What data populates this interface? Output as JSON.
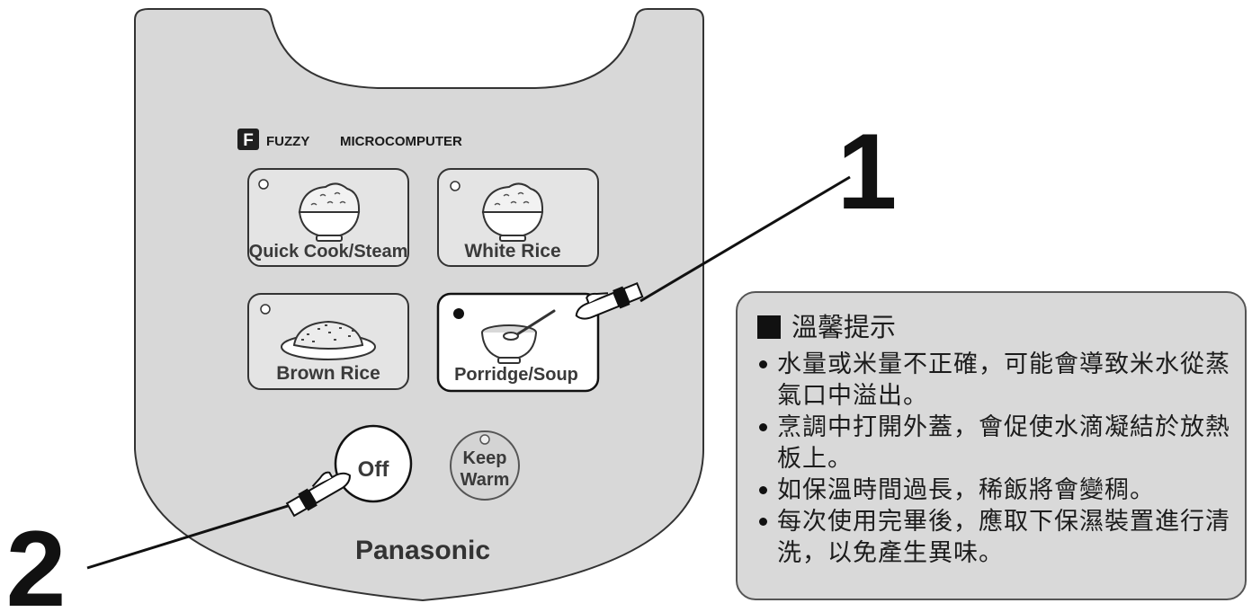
{
  "panel": {
    "header_logo_letter": "F",
    "header_fuzzy": "FUZZY",
    "header_micro": "MICROCOMPUTER",
    "brand": "Panasonic",
    "buttons": {
      "quick_cook": "Quick Cook/Steam",
      "white_rice": "White Rice",
      "brown_rice": "Brown Rice",
      "porridge": "Porridge/Soup",
      "off": "Off",
      "keep_warm_line1": "Keep",
      "keep_warm_line2": "Warm"
    }
  },
  "callouts": {
    "one": "1",
    "two": "2"
  },
  "tips": {
    "title": "溫馨提示",
    "items": [
      "水量或米量不正確，可能會導致米水從蒸氣口中溢出。",
      "烹調中打開外蓋，會促使水滴凝結於放熱板上。",
      "如保溫時間過長，稀飯將會變稠。",
      "每次使用完畢後，應取下保濕裝置進行清洗，以免產生異味。"
    ]
  },
  "colors": {
    "panel_fill": "#d8d8d8",
    "button_fill": "#e4e4e4",
    "selected_button_fill": "#ffffff",
    "tips_fill": "#d9d9d9"
  }
}
